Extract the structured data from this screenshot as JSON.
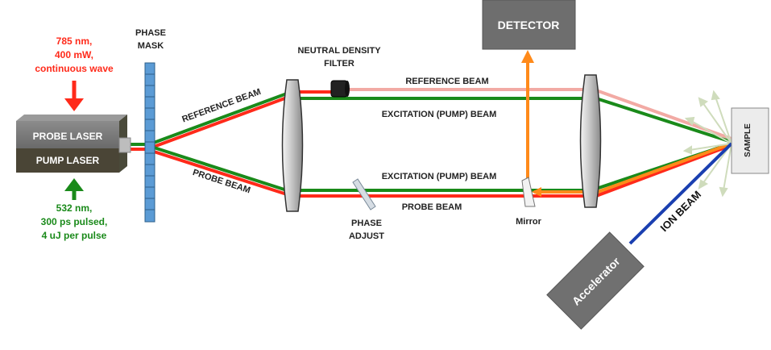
{
  "colors": {
    "red": "#ff2a1a",
    "green": "#1a8a1a",
    "pink": "#f2aaa4",
    "orange": "#ff8a1a",
    "blue": "#1a3fb0",
    "mask_blue": "#5b9bd5",
    "gray_dark": "#6e6e6e",
    "gray_light": "#ececec"
  },
  "probe_laser_spec": {
    "line1": "785 nm,",
    "line2": "400 mW,",
    "line3": "continuous wave"
  },
  "pump_laser_spec": {
    "line1": "532 nm,",
    "line2": "300 ps pulsed,",
    "line3": "4 uJ per pulse"
  },
  "laser_box": {
    "probe": "PROBE LASER",
    "pump": "PUMP LASER"
  },
  "phase_mask": {
    "line1": "PHASE",
    "line2": "MASK"
  },
  "neutral_density": {
    "line1": "NEUTRAL DENSITY",
    "line2": "FILTER"
  },
  "phase_adjust": {
    "line1": "PHASE",
    "line2": "ADJUST"
  },
  "beams": {
    "reference_angled": "REFERENCE BEAM",
    "probe_angled": "PROBE BEAM",
    "reference_top": "REFERENCE BEAM",
    "excitation_top": "EXCITATION (PUMP) BEAM",
    "excitation_bottom": "EXCITATION (PUMP) BEAM",
    "probe_bottom": "PROBE BEAM",
    "ion": "ION BEAM"
  },
  "detector": "DETECTOR",
  "mirror": "Mirror",
  "sample": "SAMPLE",
  "accelerator": "Accelerator"
}
